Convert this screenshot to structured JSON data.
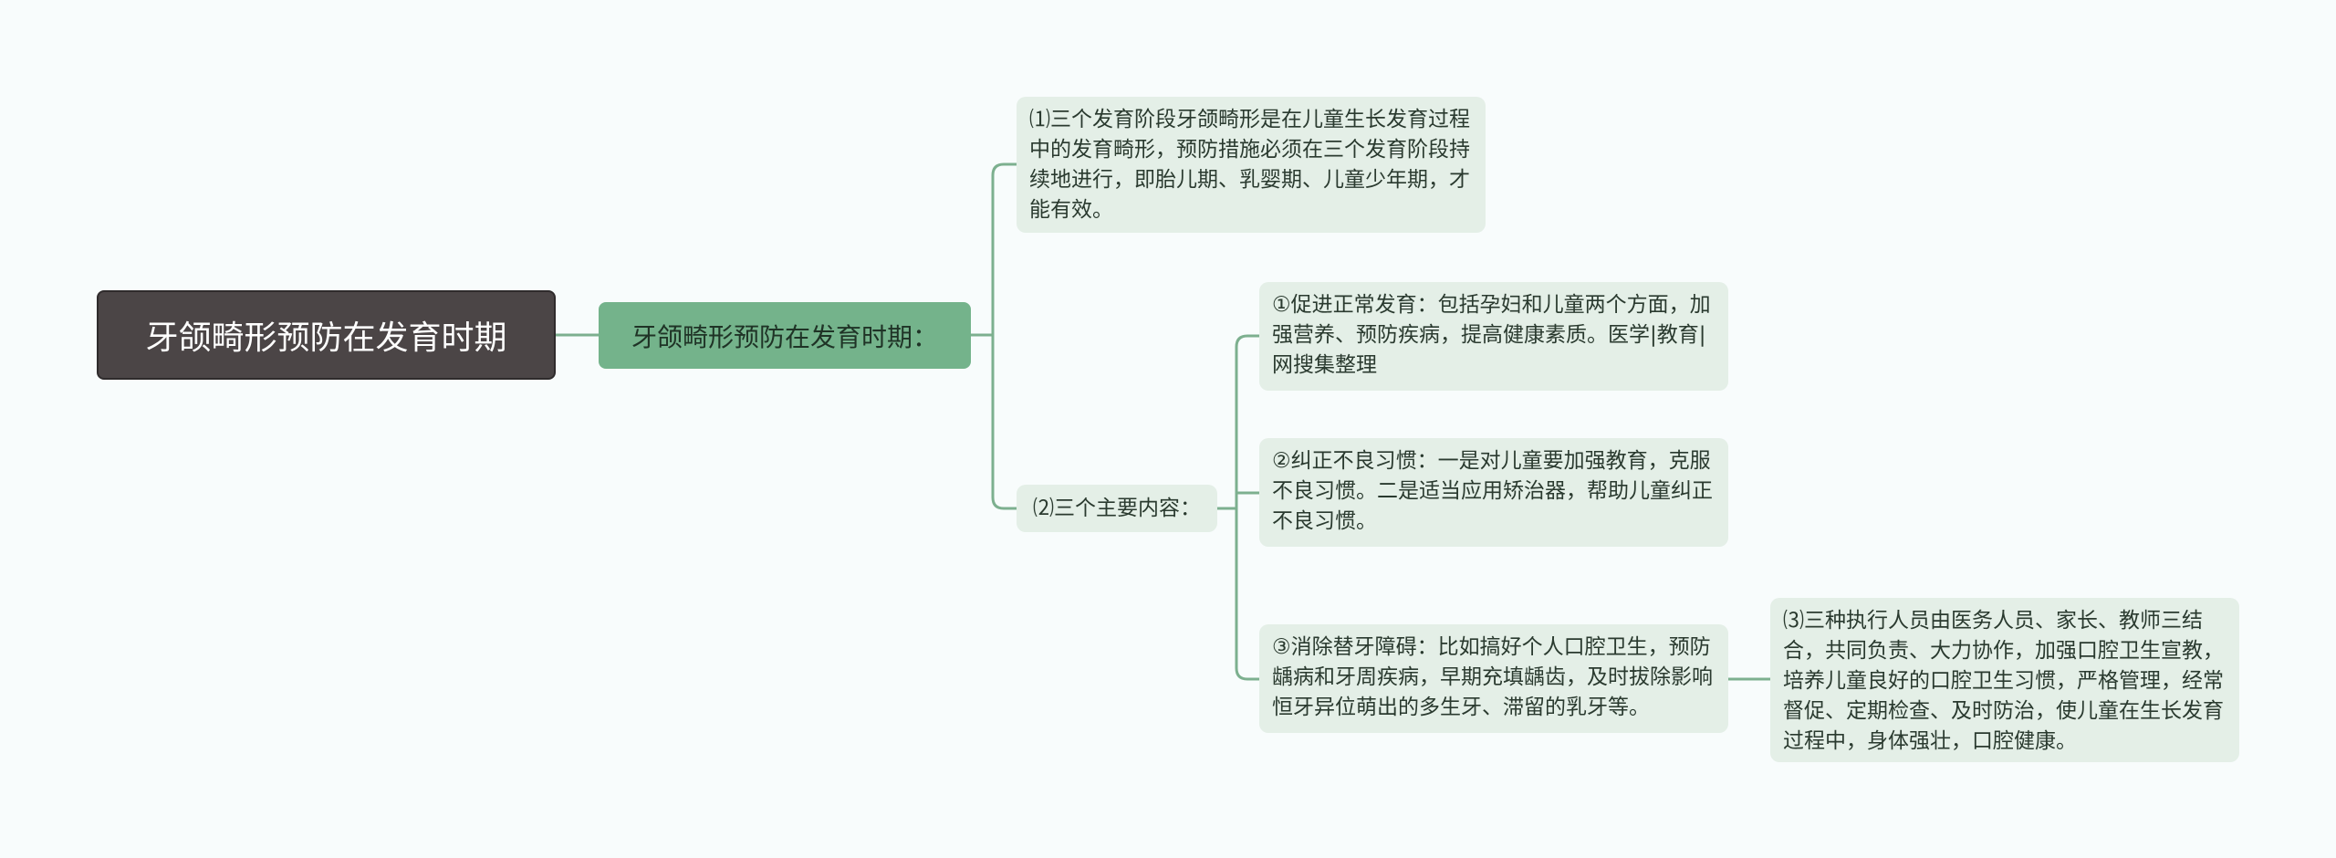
{
  "colors": {
    "line": "#7db08f",
    "root": "#4b4546",
    "level1": "#74b38b",
    "leaf": "#e4efe7"
  },
  "root": {
    "label": "牙颌畸形预防在发育时期"
  },
  "level1": {
    "label": "牙颌畸形预防在发育时期："
  },
  "branch1": {
    "text": "⑴三个发育阶段牙颌畸形是在儿童生长发育过程中的发育畸形，预防措施必须在三个发育阶段持续地进行，即胎儿期、乳婴期、儿童少年期，才能有效。"
  },
  "branch2": {
    "label": "⑵三个主要内容：",
    "items": [
      {
        "text": "①促进正常发育：包括孕妇和儿童两个方面，加强营养、预防疾病，提高健康素质。医学|教育|网搜集整理"
      },
      {
        "text": "②纠正不良习惯：一是对儿童要加强教育，克服不良习惯。二是适当应用矫治器，帮助儿童纠正不良习惯。"
      },
      {
        "text": "③消除替牙障碍：比如搞好个人口腔卫生，预防龋病和牙周疾病，早期充填龋齿，及时拔除影响恒牙异位萌出的多生牙、滞留的乳牙等。"
      }
    ]
  },
  "branch3": {
    "text": "⑶三种执行人员由医务人员、家长、教师三结合，共同负责、大力协作，加强口腔卫生宣教，培养儿童良好的口腔卫生习惯，严格管理，经常督促、定期检查、及时防治，使儿童在生长发育过程中，身体强壮，口腔健康。"
  }
}
